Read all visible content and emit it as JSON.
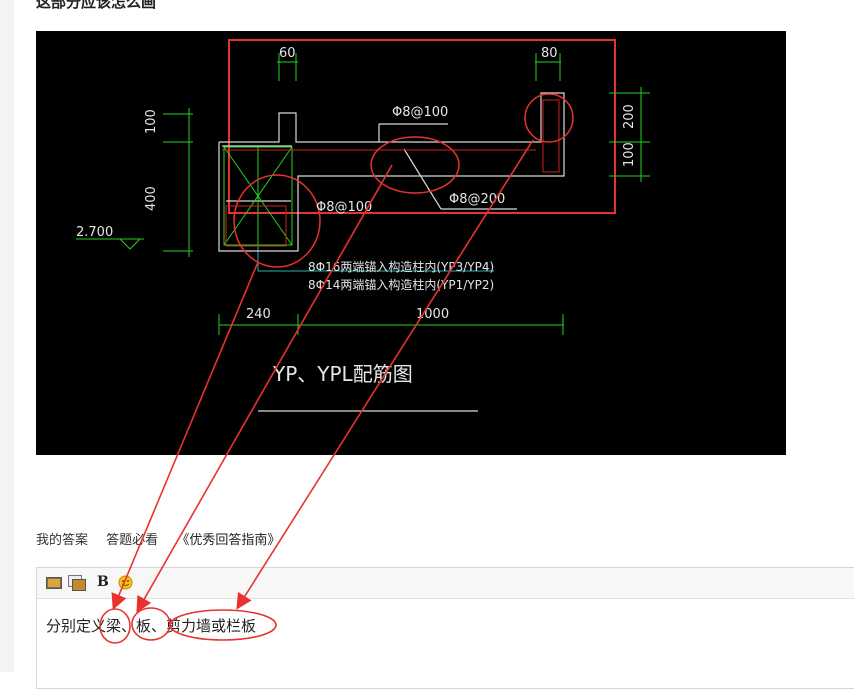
{
  "question_title": "这部分应该怎么画",
  "drawing": {
    "dim_60": "60",
    "dim_80": "80",
    "dim_100_top": "100",
    "dim_400": "400",
    "dim_200": "200",
    "dim_100_right": "100",
    "dim_240": "240",
    "dim_1000": "1000",
    "level": "2.700",
    "rebar_top": "Φ8@100",
    "rebar_left": "Φ8@100",
    "rebar_diag": "Φ8@200",
    "note_1": "8Φ16两端锚入构造柱内(YP3/YP4)",
    "note_2": "8Φ14两端锚入构造柱内(YP1/YP2)",
    "drawing_title": "YP、YPL配筋图"
  },
  "answer_bar": {
    "my_answer": "我的答案",
    "must_read": "答题必看",
    "guide": "《优秀回答指南》"
  },
  "toolbar": {
    "bold": "B"
  },
  "editor": {
    "text": "分别定义梁、板、剪力墙或栏板"
  },
  "colors": {
    "annotation_red": "#e8322e",
    "cad_bg": "#000000",
    "cad_green": "#21d321",
    "cad_white": "#e6e6e6"
  }
}
